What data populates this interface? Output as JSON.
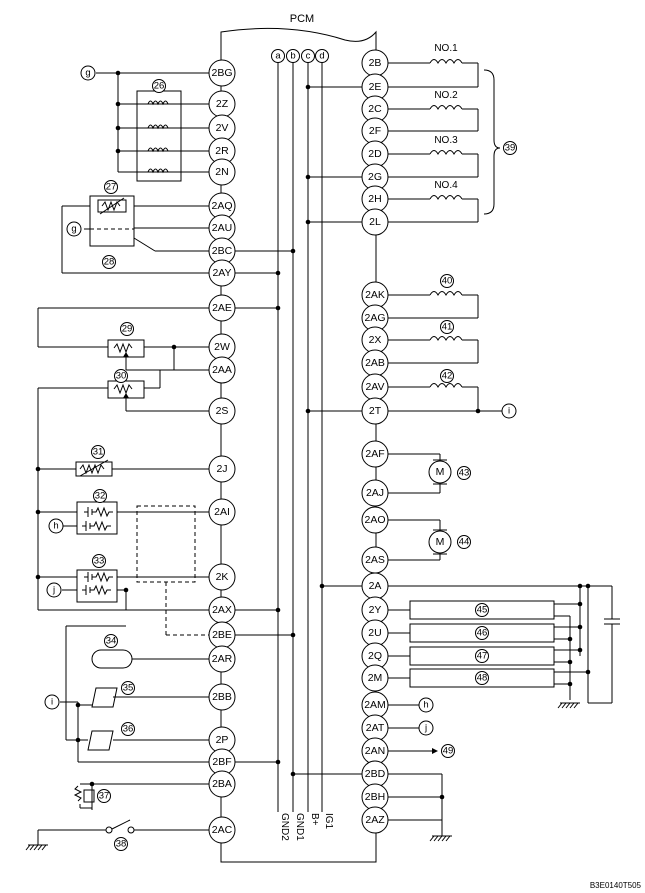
{
  "title": "PCM",
  "footer_code": "B3E0140T505",
  "left_pins": [
    "2BG",
    "2Z",
    "2V",
    "2R",
    "2N",
    "2AQ",
    "2AU",
    "2BC",
    "2AY",
    "2AE",
    "2W",
    "2AA",
    "2S",
    "2J",
    "2AI",
    "2K",
    "2AX",
    "2BE",
    "2AR",
    "2BB",
    "2P",
    "2BF",
    "2BA",
    "2AC"
  ],
  "right_pins": [
    "2B",
    "2E",
    "2C",
    "2F",
    "2D",
    "2G",
    "2H",
    "2L",
    "2AK",
    "2AG",
    "2X",
    "2AB",
    "2AV",
    "2T",
    "2AF",
    "2AJ",
    "2AO",
    "2AS",
    "2A",
    "2Y",
    "2U",
    "2Q",
    "2M",
    "2AM",
    "2AT",
    "2AN",
    "2BD",
    "2BH",
    "2AZ"
  ],
  "bus_letters": [
    "a",
    "b",
    "c",
    "d"
  ],
  "bus_labels": [
    "GND2",
    "GND1",
    "B+",
    "IG1"
  ],
  "coil_labels": [
    "NO.1",
    "NO.2",
    "NO.3",
    "NO.4"
  ],
  "connector_letters": [
    "g",
    "g",
    "h",
    "j",
    "i",
    "i",
    "h",
    "j"
  ],
  "component_numbers": [
    "26",
    "27",
    "28",
    "29",
    "30",
    "31",
    "32",
    "33",
    "34",
    "35",
    "36",
    "37",
    "38",
    "39",
    "40",
    "41",
    "42",
    "43",
    "44",
    "45",
    "46",
    "47",
    "48",
    "49"
  ],
  "motor_symbol": "M"
}
